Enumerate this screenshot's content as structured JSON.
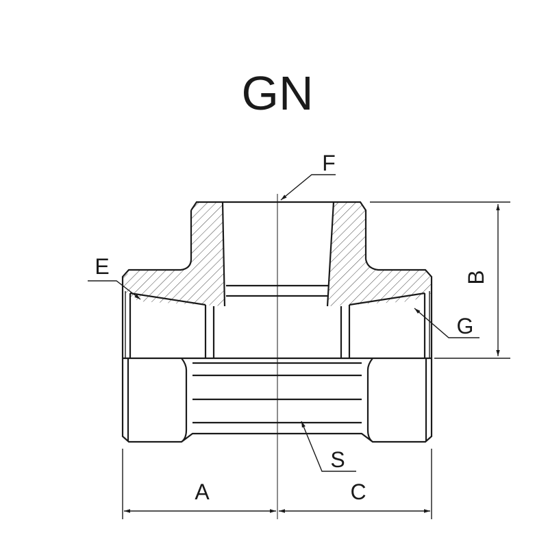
{
  "title": "GN",
  "labels": {
    "a": "A",
    "b": "B",
    "c": "C",
    "e": "E",
    "f": "F",
    "g": "G",
    "s": "S"
  }
}
